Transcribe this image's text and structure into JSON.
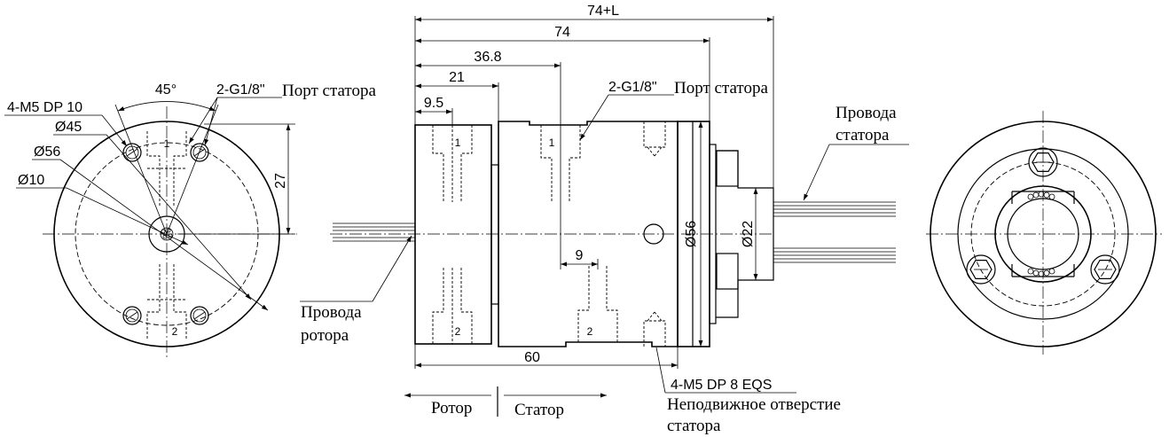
{
  "left_view": {
    "angle": "45°",
    "stator_port": "2-G1/8\"",
    "stator_port_text": "Порт статора",
    "holes": "4-M5 DP 10",
    "d45": "Ø45",
    "d56": "Ø56",
    "d10": "Ø10",
    "dim27": "27",
    "num1": "1",
    "num2": "2"
  },
  "side_view": {
    "dim_total": "74+L",
    "dim_74": "74",
    "dim_36_8": "36.8",
    "dim_21": "21",
    "dim_9_5": "9.5",
    "dim_9": "9",
    "dim_60": "60",
    "d56": "Ø56",
    "d22": "Ø22",
    "stator_port": "2-G1/8\"",
    "stator_port_text": "Порт статора",
    "rotor_wires_1": "Провода",
    "rotor_wires_2": "ротора",
    "stator_wires_1": "Провода",
    "stator_wires_2": "статора",
    "mount_holes": "4-M5 DP 8 EQS",
    "fixed_hole_1": "Неподвижное отверстие",
    "fixed_hole_2": "статора",
    "rotor": "Ротор",
    "stator": "Статор",
    "num1a": "1",
    "num1b": "1",
    "num2a": "2",
    "num2b": "2"
  }
}
